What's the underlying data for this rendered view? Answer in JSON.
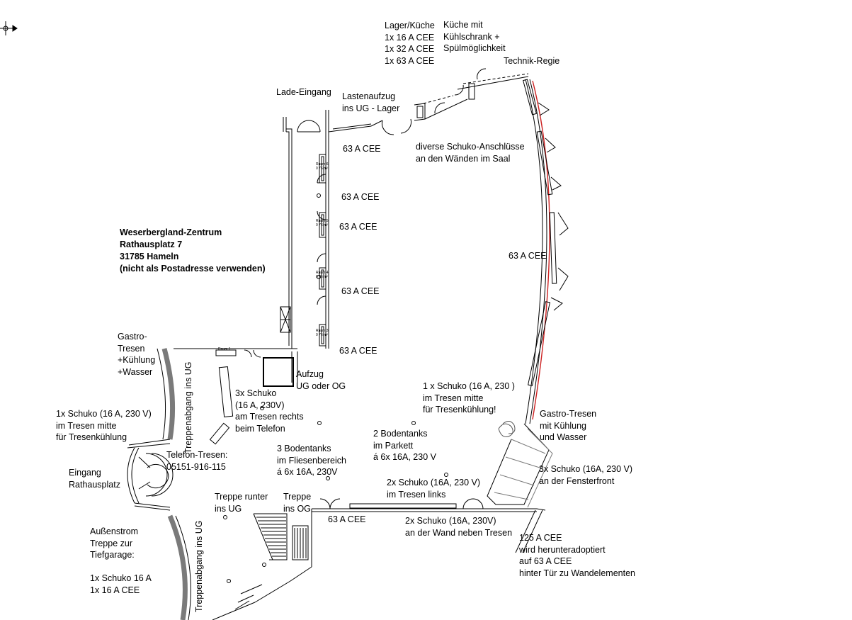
{
  "venue": {
    "name": "Weserbergland-Zentrum",
    "street": "Rathausplatz 7",
    "city": "31785 Hameln",
    "note": "(nicht als Postadresse verwenden)"
  },
  "labels": {
    "lager_kueche": "Lager/Küche\n1x 16 A CEE\n1x 32 A CEE\n1x 63 A CEE",
    "kueche": "Küche mit\nKühlschrank +\nSpülmöglichkeit",
    "technik": "Technik-Regie",
    "lade_eingang": "Lade-Eingang",
    "lastenaufzug": "Lastenaufzug\nins UG - Lager",
    "cee_1": "63 A CEE",
    "cee_2": "63 A CEE",
    "cee_3": "63 A CEE",
    "cee_4": "63 A CEE",
    "cee_5": "63 A CEE",
    "cee_6": "63 A CEE",
    "cee_7": "63 A CEE",
    "schuko_walls": "diverse Schuko-Anschlüsse\nan den Wänden im Saal",
    "gastro_left": "Gastro-\nTresen\n+Kühlung\n+Wasser",
    "aufzug": "Aufzug\nUG oder OG",
    "schuko_3x": "3x Schuko\n(16 A, 230V)\nam Tresen rechts\nbeim Telefon",
    "schuko_right_mid": "1 x Schuko (16 A, 230 )\nim Tresen mitte\nfür Tresenkühlung!",
    "gastro_right": "Gastro-Tresen\nmit Kühlung\nund Wasser",
    "schuko_left": "1x Schuko (16 A, 230 V)\nim Tresen mitte\nfür Tresenkühlung",
    "telefon": "Telefon-Tresen:\n05151-916-115",
    "bodentanks_3": "3 Bodentanks\nim Fliesenbereich\ná 6x 16A, 230V",
    "bodentanks_2": "2 Bodentanks\nim Parkett\ná 6x 16A, 230 V",
    "eingang": "Eingang\nRathausplatz",
    "treppe_ug": "Treppe runter\nins UG",
    "treppe_og": "Treppe\nins OG",
    "schuko_links": "2x Schuko (16A, 230 V)\nim Tresen links",
    "schuko_fenster": "3x Schuko (16A, 230 V)\nan der Fensterfront",
    "schuko_wand": "2x Schuko (16A, 230V)\nan der Wand neben Tresen",
    "aussenstrom": "Außenstrom\nTreppe zur\nTiefgarage:",
    "aussenstrom_items": "1x Schuko 16 A\n1x 16 A CEE",
    "cee_125": "125 A CEE\nwird herunteradoptiert\nauf 63 A CEE\nhinter Tür zu Wandelementen",
    "treppenabgang_1": "Treppenabgang ins UG",
    "treppenabgang_2": "Treppenabgang ins UG"
  },
  "rooms": [
    {
      "name": "Raum 6",
      "area": "0 76 m²"
    },
    {
      "name": "Raum 5",
      "area": "0 76 m²"
    },
    {
      "name": "Raum 4",
      "area": "0 76 m²"
    },
    {
      "name": "Raum 3",
      "area": "0 76 m²"
    },
    {
      "name": "Raum 1",
      "area": ""
    }
  ],
  "colors": {
    "line": "#000000",
    "wall_gray": "#7a7a7a",
    "window_red": "#cc2222"
  },
  "icons": [
    "north-arrow-icon"
  ]
}
